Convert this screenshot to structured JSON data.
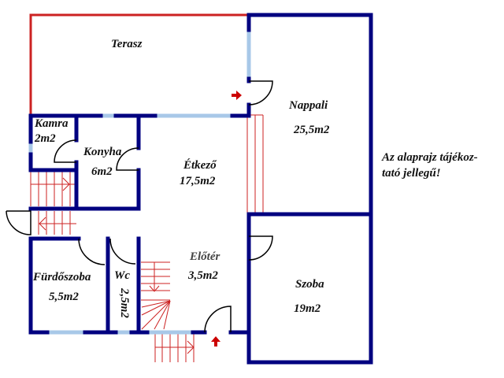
{
  "plan": {
    "colors": {
      "wall": "#000080",
      "window": "#a8c8e8",
      "terrace_border": "#cc2222",
      "stairs": "#cc2222",
      "door_swing": "#000000",
      "entry_arrow": "#cc0000"
    },
    "rooms": [
      {
        "name": "Terasz",
        "area": ""
      },
      {
        "name": "Nappali",
        "area": "25,5m2"
      },
      {
        "name": "Kamra",
        "area": "2m2"
      },
      {
        "name": "Konyha",
        "area": "6m2"
      },
      {
        "name": "Étkező",
        "area": "17,5m2"
      },
      {
        "name": "Előtér",
        "area": "3,5m2"
      },
      {
        "name": "Fürdőszoba",
        "area": "5,5m2"
      },
      {
        "name": "Wc",
        "area": "2,5m2"
      },
      {
        "name": "Szoba",
        "area": "19m2"
      }
    ],
    "note_line1": "Az alaprajz tájékoz-",
    "note_line2": "tató jellegű!"
  }
}
